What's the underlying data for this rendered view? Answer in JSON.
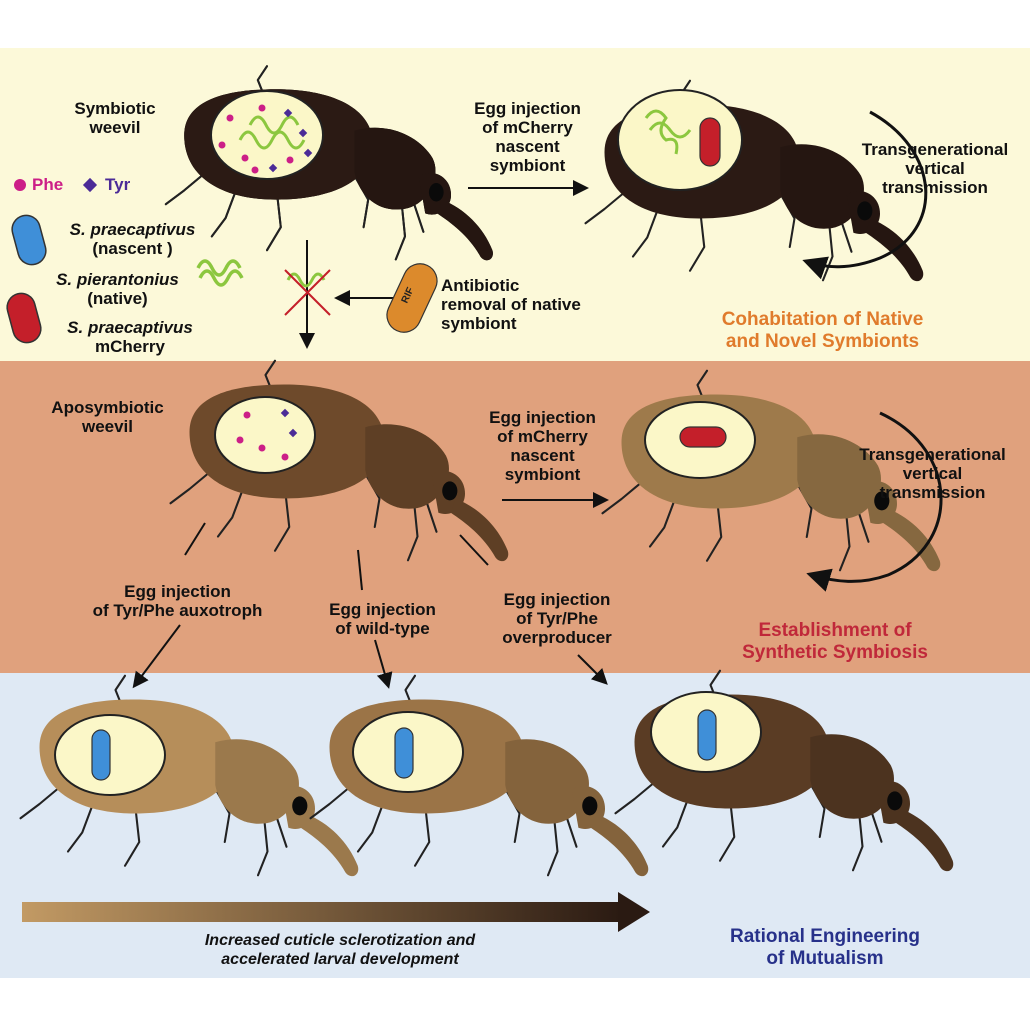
{
  "panels": {
    "top": {
      "weevil_label": [
        "Symbiotic",
        "weevil"
      ],
      "injection_label": [
        "Egg injection",
        "of mCherry",
        "nascent",
        "symbiont"
      ],
      "transmission_label": [
        "Transgenerational",
        "vertical",
        "transmission"
      ],
      "antibiotic_label": [
        "Antibiotic",
        "removal of native",
        "symbiont"
      ],
      "pill_text": "RIF",
      "title": [
        "Cohabitation of Native",
        "and Novel Symbionts"
      ],
      "title_color": "#e07b2c"
    },
    "middle": {
      "weevil_label": [
        "Aposymbiotic",
        "weevil"
      ],
      "injection_label": [
        "Egg injection",
        "of mCherry",
        "nascent",
        "symbiont"
      ],
      "transmission_label": [
        "Transgenerational",
        "vertical",
        "transmission"
      ],
      "branch_auxotroph": [
        "Egg injection",
        "of Tyr/Phe auxotroph"
      ],
      "branch_wildtype": [
        "Egg injection",
        "of wild-type"
      ],
      "branch_overproducer": [
        "Egg injection",
        "of Tyr/Phe",
        "overproducer"
      ],
      "title": [
        "Establishment of",
        "Synthetic Symbiosis"
      ],
      "title_color": "#c0283a"
    },
    "bottom": {
      "gradient_caption": [
        "Increased cuticle sclerotization and",
        "accelerated larval development"
      ],
      "title": [
        "Rational Engineering",
        "of Mutualism"
      ],
      "title_color": "#27318a"
    }
  },
  "legend": {
    "phe": "Phe",
    "tyr": "Tyr",
    "items": [
      {
        "species": "S. praecaptivus",
        "note": "(nascent )"
      },
      {
        "species": "S. pierantonius",
        "note": "(native)"
      },
      {
        "species": "S. praecaptivus",
        "note": "mCherry"
      }
    ]
  },
  "colors": {
    "phe": "#cc1f87",
    "tyr": "#4b2b97",
    "nascent": "#3f8fd8",
    "native": "#8cc73f",
    "mcherry": "#c41f2a",
    "antibiotic_pill": "#dc8a2c",
    "band_top": "#fcf9d9",
    "band_mid": "#e0a17d",
    "band_bot": "#dfe9f4"
  }
}
